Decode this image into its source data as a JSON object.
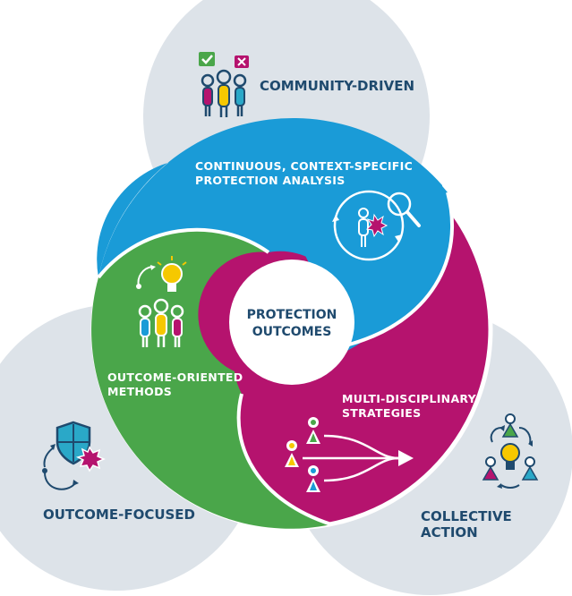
{
  "center": {
    "line1": "PROTECTION",
    "line2": "OUTCOMES"
  },
  "outer": {
    "top": {
      "label": "COMMUNITY-DRIVEN"
    },
    "left": {
      "label": "OUTCOME-FOCUSED"
    },
    "right": {
      "line1": "COLLECTIVE",
      "line2": "ACTION"
    }
  },
  "inner": {
    "analysis": {
      "line1": "CONTINUOUS, CONTEXT-SPECIFIC",
      "line2": "PROTECTION ANALYSIS"
    },
    "methods": {
      "line1": "OUTCOME-ORIENTED",
      "line2": "METHODS"
    },
    "strategies": {
      "line1": "MULTI-DISCIPLINARY",
      "line2": "STRATEGIES"
    }
  },
  "colors": {
    "outer_circles": "#dde3e9",
    "blue": "#1a9bd7",
    "green": "#4aa64a",
    "magenta": "#b5136e",
    "navy": "#1f4a6e",
    "yellow": "#f6c800",
    "teal": "#2aa8c8"
  }
}
